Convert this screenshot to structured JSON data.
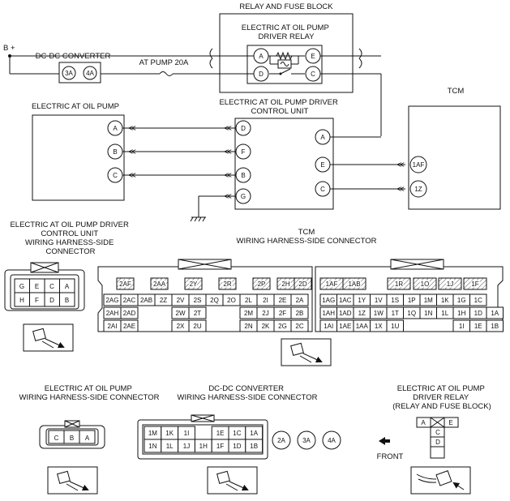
{
  "labels": {
    "relay_block": "RELAY AND FUSE BLOCK",
    "relay": "ELECTRIC AT OIL PUMP DRIVER RELAY",
    "b_plus": "B +",
    "dcdc": "DC-DC CONVERTER",
    "fuse": "AT PUMP 20A",
    "tcm": "TCM",
    "pump": "ELECTRIC AT OIL PUMP",
    "control_unit": "ELECTRIC AT OIL PUMP DRIVER CONTROL UNIT"
  },
  "dcdc_terminals": [
    "3A",
    "4A"
  ],
  "relay_terminals": {
    "a": "A",
    "d": "D",
    "e": "E",
    "c": "C"
  },
  "pump_terminals": [
    "A",
    "B",
    "C"
  ],
  "unit_left_terminals": [
    "D",
    "F",
    "B",
    "G"
  ],
  "unit_right_terminals": [
    "A",
    "E",
    "C"
  ],
  "tcm_terminals": [
    "1AF",
    "1Z"
  ],
  "connectors": {
    "unit_title": "ELECTRIC AT OIL PUMP DRIVER CONTROL UNIT WIRING HARNESS-SIDE CONNECTOR",
    "unit_rows": [
      [
        "G",
        "E",
        "C",
        "A"
      ],
      [
        "H",
        "F",
        "D",
        "B"
      ]
    ],
    "tcm_title": "TCM",
    "tcm_subtitle": "WIRING HARNESS-SIDE CONNECTOR",
    "tcm_left": {
      "top": [
        "2AF",
        "2AA",
        "2Y",
        "2R",
        "2P",
        "",
        "2H",
        "2D"
      ],
      "rows": [
        [
          "2AG",
          "2AC",
          "2AB",
          "2Z",
          "2V",
          "2S",
          "2Q",
          "2O",
          "2L",
          "2I",
          "2E",
          "2A"
        ],
        [
          "2AH",
          "2AD",
          "",
          "",
          "2W",
          "2T",
          "",
          "",
          "2M",
          "2J",
          "2F",
          "2B"
        ],
        [
          "2AI",
          "2AE",
          "",
          "",
          "2X",
          "2U",
          "",
          "",
          "2N",
          "2K",
          "2G",
          "2C"
        ]
      ]
    },
    "tcm_right": {
      "top": [
        "1AF",
        "1AB",
        "",
        "1R",
        "1O",
        "1J",
        "1F"
      ],
      "rows": [
        [
          "1AG",
          "1AC",
          "1Y",
          "1V",
          "1S",
          "1P",
          "1M",
          "1K",
          "1G",
          "1C"
        ],
        [
          "1AH",
          "1AD",
          "1Z",
          "1W",
          "1T",
          "1Q",
          "1N",
          "1L",
          "1H",
          "1D",
          "1A"
        ],
        [
          "1AI",
          "1AE",
          "1AA",
          "1X",
          "1U",
          "",
          "",
          "",
          "1I",
          "1E",
          "1B"
        ]
      ]
    },
    "pump_title": "ELECTRIC AT OIL PUMP WIRING HARNESS-SIDE CONNECTOR",
    "pump_pins": [
      "C",
      "B",
      "A"
    ],
    "dcdc_title": "DC-DC CONVERTER WIRING HARNESS-SIDE CONNECTOR",
    "dcdc_rows": [
      [
        "1M",
        "1K",
        "1I",
        "",
        "1E",
        "1C",
        "1A"
      ],
      [
        "1N",
        "1L",
        "1J",
        "1H",
        "1F",
        "1D",
        "1B"
      ]
    ],
    "dcdc_round": [
      "2A",
      "3A",
      "4A"
    ],
    "relay_title": "ELECTRIC AT OIL PUMP DRIVER RELAY (RELAY AND FUSE BLOCK)",
    "relay_pins": {
      "a": "A",
      "e": "E",
      "c": "C",
      "d": "D"
    },
    "front": "FRONT"
  }
}
